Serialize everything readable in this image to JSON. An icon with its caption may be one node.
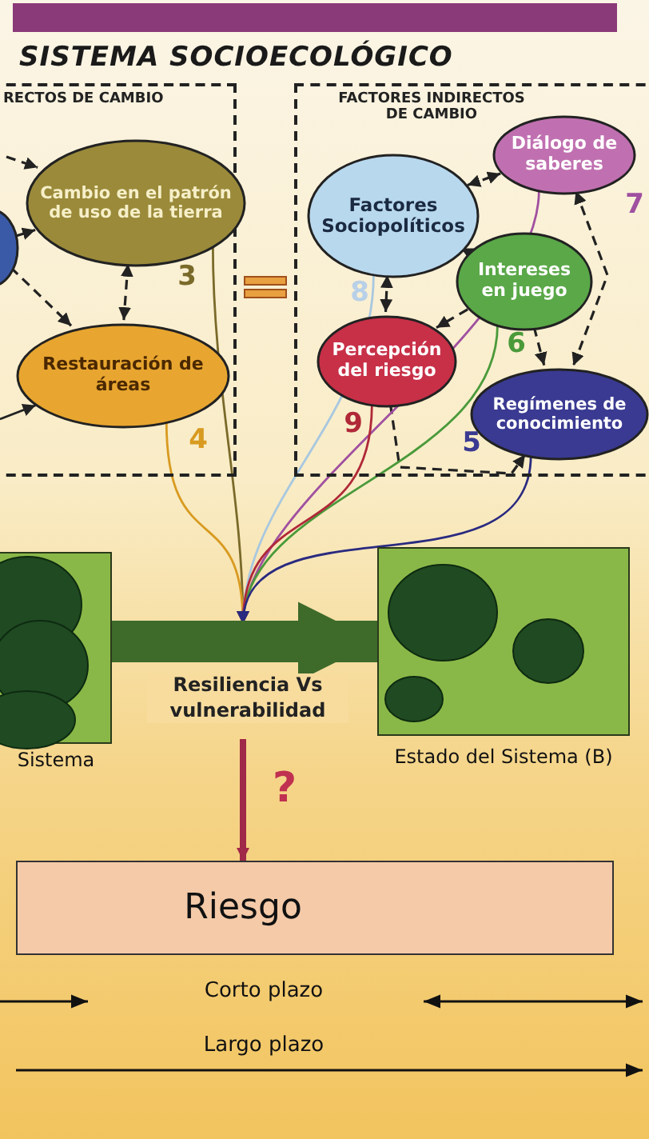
{
  "diagram": {
    "title": "SISTEMA SOCIOECOLÓGICO",
    "nodes": [
      {
        "text": [
          "RECTOS DE CAMBIO"
        ]
      },
      {
        "text": [
          "Cambio en el patrón de uso de la tierra"
        ],
        "in": 0,
        "beside": [
          "3"
        ]
      },
      {
        "text": [
          "Restauración de áreas"
        ],
        "in": 0,
        "beside": [
          "4"
        ]
      },
      {
        "text": [],
        "shape": "circle",
        "in": 0
      },
      {
        "text": [
          "FACTORES INDIRECTOS DE CAMBIO"
        ]
      },
      {
        "text": [
          "Factores Sociopolíticos"
        ],
        "in": 4,
        "beside": [
          "8"
        ]
      },
      {
        "text": [
          "Diálogo de saberes"
        ],
        "in": 4,
        "beside": [
          "7"
        ]
      },
      {
        "text": [
          "Intereses en juego"
        ],
        "in": 4,
        "beside": [
          "6"
        ]
      },
      {
        "text": [
          "Percepción del riesgo"
        ],
        "in": 4,
        "beside": [
          "9"
        ]
      },
      {
        "text": [
          "Regímenes de conocimiento"
        ],
        "in": 4,
        "beside": [
          "5"
        ]
      },
      {
        "text": [],
        "shape": "box",
        "beside": [
          "Sistema"
        ]
      },
      {
        "text": [],
        "shape": "box",
        "beside": [
          "Estado del Sistema (B)"
        ]
      },
      {
        "text": [
          "Riesgo"
        ]
      }
    ],
    "edges": [
      {
        "from": null,
        "to": 1,
        "arrow": "to",
        "style": "dashed"
      },
      {
        "from": 3,
        "to": 1,
        "arrow": "to",
        "style": "dashed"
      },
      {
        "from": 1,
        "to": 2,
        "arrow": "both",
        "style": "dashed"
      },
      {
        "from": 3,
        "to": 2,
        "arrow": "to",
        "style": "dashed"
      },
      {
        "from": null,
        "to": 2,
        "arrow": "to"
      },
      {
        "from": 5,
        "to": 6,
        "arrow": "both",
        "style": "dashed"
      },
      {
        "from": 5,
        "to": 7,
        "arrow": "both",
        "style": "dashed"
      },
      {
        "from": 5,
        "to": 8,
        "arrow": "both",
        "style": "dashed"
      },
      {
        "from": 6,
        "to": 9,
        "arrow": "both",
        "style": "dashed"
      },
      {
        "from": 7,
        "to": 8,
        "arrow": "to",
        "style": "dashed"
      },
      {
        "from": 7,
        "to": 9,
        "arrow": "to",
        "style": "dashed"
      },
      {
        "from": 8,
        "to": 9,
        "arrow": "to",
        "style": "dashed"
      },
      {
        "from": 1,
        "to": null,
        "arrow": "to",
        "color": "#7a6a2a"
      },
      {
        "from": 2,
        "to": null,
        "arrow": "to",
        "color": "#d89a20"
      },
      {
        "from": 5,
        "to": null,
        "arrow": "to",
        "color": "#a8c8e0"
      },
      {
        "from": 6,
        "to": null,
        "arrow": "to",
        "color": "#a050a0"
      },
      {
        "from": 7,
        "to": null,
        "arrow": "to",
        "color": "#4a9a3a"
      },
      {
        "from": 8,
        "to": null,
        "arrow": "to",
        "color": "#b02838"
      },
      {
        "from": 9,
        "to": null,
        "arrow": "to",
        "color": "#2a2a80"
      },
      {
        "from": 10,
        "to": 11,
        "arrow": "to",
        "style": "thick",
        "color": "#3e6a2a",
        "label": "Resiliencia Vs vulnerabilidad"
      },
      {
        "from": null,
        "to": 12,
        "arrow": "to",
        "style": "thick",
        "color": "#a02848"
      }
    ],
    "labels": [
      "?",
      "Corto plazo",
      "Largo plazo"
    ]
  }
}
